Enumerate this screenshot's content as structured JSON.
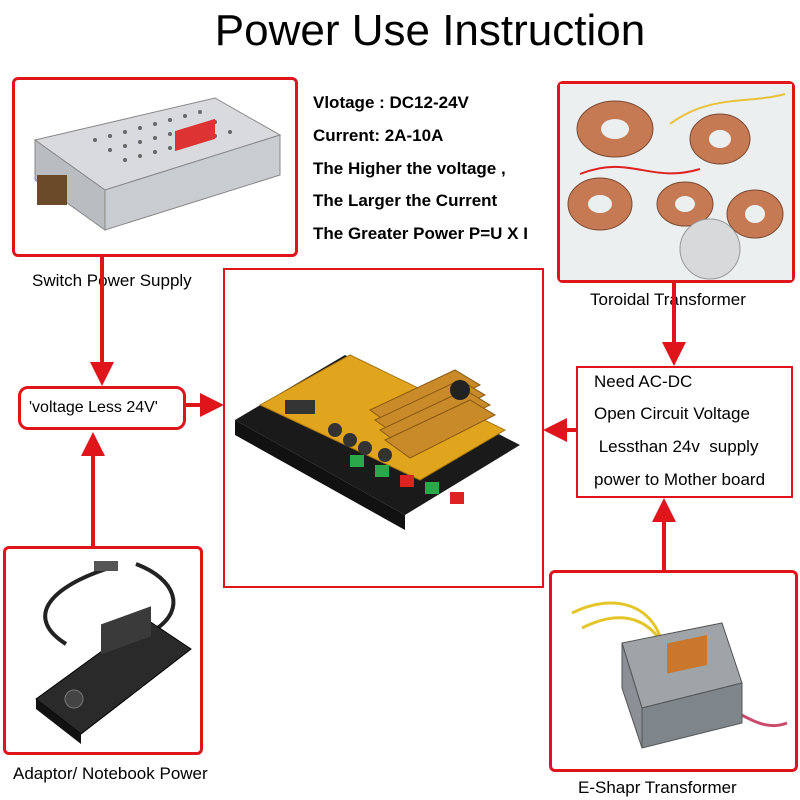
{
  "title": "Power Use Instruction",
  "specs": [
    "Vlotage : DC12-24V",
    "Current: 2A-10A",
    "The Higher the voltage ,",
    "The Larger the Current",
    "The Greater Power  P=U X I"
  ],
  "captions": {
    "switch_power_supply": "Switch Power Supply",
    "toroidal_transformer": "Toroidal Transformer",
    "adaptor": "Adaptor/ Notebook Power",
    "eshape_transformer": "E-Shapr Transformer"
  },
  "voltage_label": "'voltage Less 24V'",
  "acdc_note": [
    "Need AC-DC",
    "Open Circuit Voltage",
    " Lessthan 24v  supply",
    "power to Mother board"
  ],
  "colors": {
    "accent": "#e0141b",
    "board": "#e0a51c",
    "heatsink": "#c98a2a"
  },
  "icons": [
    "switch-power-supply-icon",
    "toroidal-transformer-icon",
    "amplifier-board-icon",
    "notebook-adapter-icon",
    "e-shape-transformer-icon"
  ]
}
